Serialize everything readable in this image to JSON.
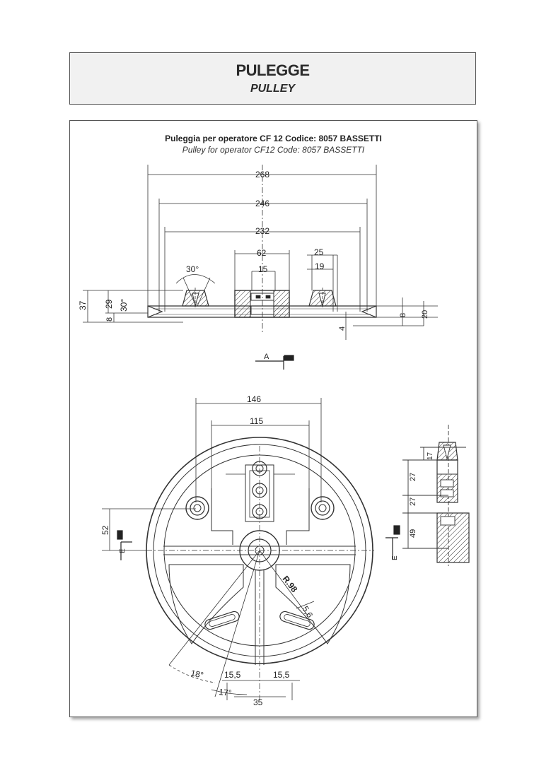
{
  "header": {
    "title": "PULEGGE",
    "subtitle": "PULLEY"
  },
  "caption": {
    "it": "Puleggia per operatore CF 12 Codice: 8057 BASSETTI",
    "en": "Pulley for operator CF12 Code: 8057 BASSETTI"
  },
  "dims": {
    "d268": "268",
    "d246": "246",
    "d232": "232",
    "d62": "62",
    "d15": "15",
    "d25": "25",
    "d19": "19",
    "ang30a": "30°",
    "ang30b": "30°",
    "h37": "37",
    "h29": "29",
    "h8": "8",
    "h8r": "8",
    "h20": "20",
    "h4": "4",
    "sectionA": "A",
    "w146": "146",
    "w115": "115",
    "v52": "52",
    "r98": "R.98",
    "t56": "5,6",
    "ang18": "18°",
    "ang17": "17°",
    "s155a": "15,5",
    "s155b": "15,5",
    "w35": "35",
    "v27a": "27",
    "v27b": "27",
    "v49": "49",
    "s17": "17",
    "markE": "E",
    "markE2": "E"
  }
}
